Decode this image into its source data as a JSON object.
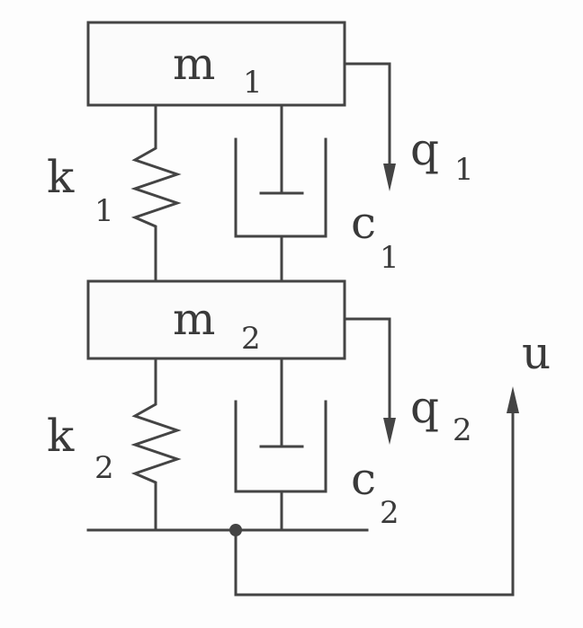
{
  "masses": {
    "m1": {
      "symbol": "m",
      "index": "1"
    },
    "m2": {
      "symbol": "m",
      "index": "2"
    }
  },
  "springs": {
    "k1": {
      "symbol": "k",
      "index": "1"
    },
    "k2": {
      "symbol": "k",
      "index": "2"
    }
  },
  "dampers": {
    "c1": {
      "symbol": "c",
      "index": "1"
    },
    "c2": {
      "symbol": "c",
      "index": "2"
    }
  },
  "displacements": {
    "q1": {
      "symbol": "q",
      "index": "1"
    },
    "q2": {
      "symbol": "q",
      "index": "2"
    }
  },
  "input": {
    "symbol": "u"
  },
  "colors": {
    "line": "#444444",
    "text": "#3a3a3a",
    "background": "#fdfdfd"
  }
}
